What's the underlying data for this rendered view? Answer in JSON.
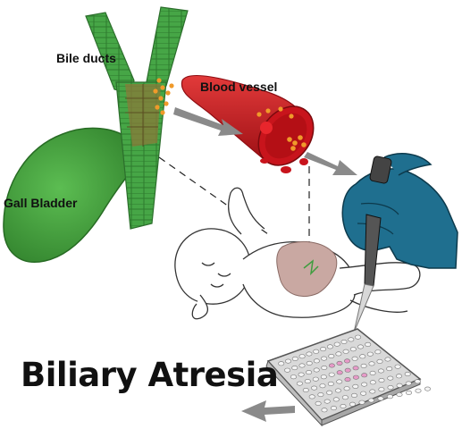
{
  "labels": {
    "bile_ducts": "Bile ducts",
    "blood_vessel": "Blood vessel",
    "gall_bladder": "Gall Bladder",
    "title": "Biliary Atresia"
  },
  "colors": {
    "bile_duct": "#3f9d3f",
    "bile_duct_dark": "#2c6e2c",
    "gall_bladder": "#3c9a36",
    "blood_vessel": "#c8141c",
    "blood_vessel_dark": "#8e0d12",
    "particles": "#f09a2a",
    "glove": "#1f6f8f",
    "arrow": "#8a8a8a"
  },
  "icons": {
    "glove": "gloved-hand-icon",
    "pipette": "pipette-icon",
    "plate": "well-plate-icon",
    "infant": "infant-illustration"
  }
}
